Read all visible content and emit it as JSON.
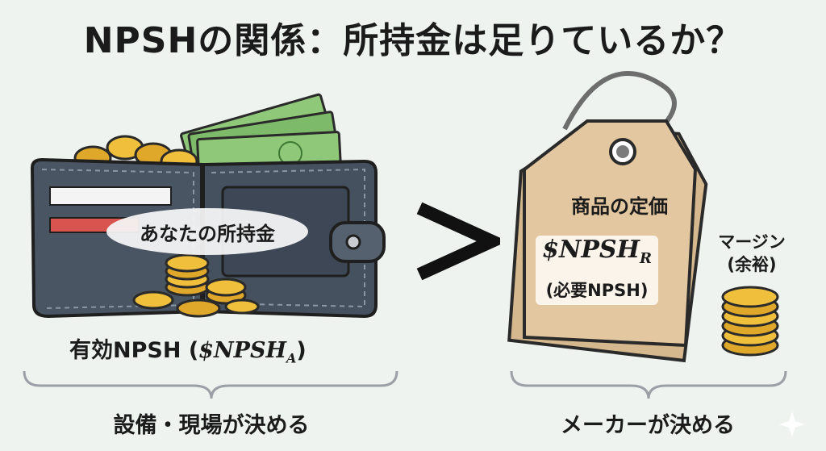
{
  "title": "NPSHの関係：所持金は足りているか？",
  "wallet": {
    "label": "あなたの所持金",
    "caption_prefix": "有効NPSH (",
    "caption_formula": "$NPSH",
    "caption_subscript": "A",
    "caption_suffix": ")"
  },
  "comparison_symbol": ">",
  "price_tag": {
    "title": "商品の定価",
    "formula": "$NPSH",
    "formula_subscript": "R",
    "subtitle": "(必要NPSH)"
  },
  "margin": {
    "line1": "マージン",
    "line2": "(余裕)"
  },
  "footer": {
    "left": "設備・現場が決める",
    "right": "メーカーが決める"
  },
  "colors": {
    "wallet": "#4a5563",
    "gold": "#e0a82a",
    "cash": "#7dbb6a",
    "tag": "#e3c7a0",
    "background": "#eef3f0"
  }
}
